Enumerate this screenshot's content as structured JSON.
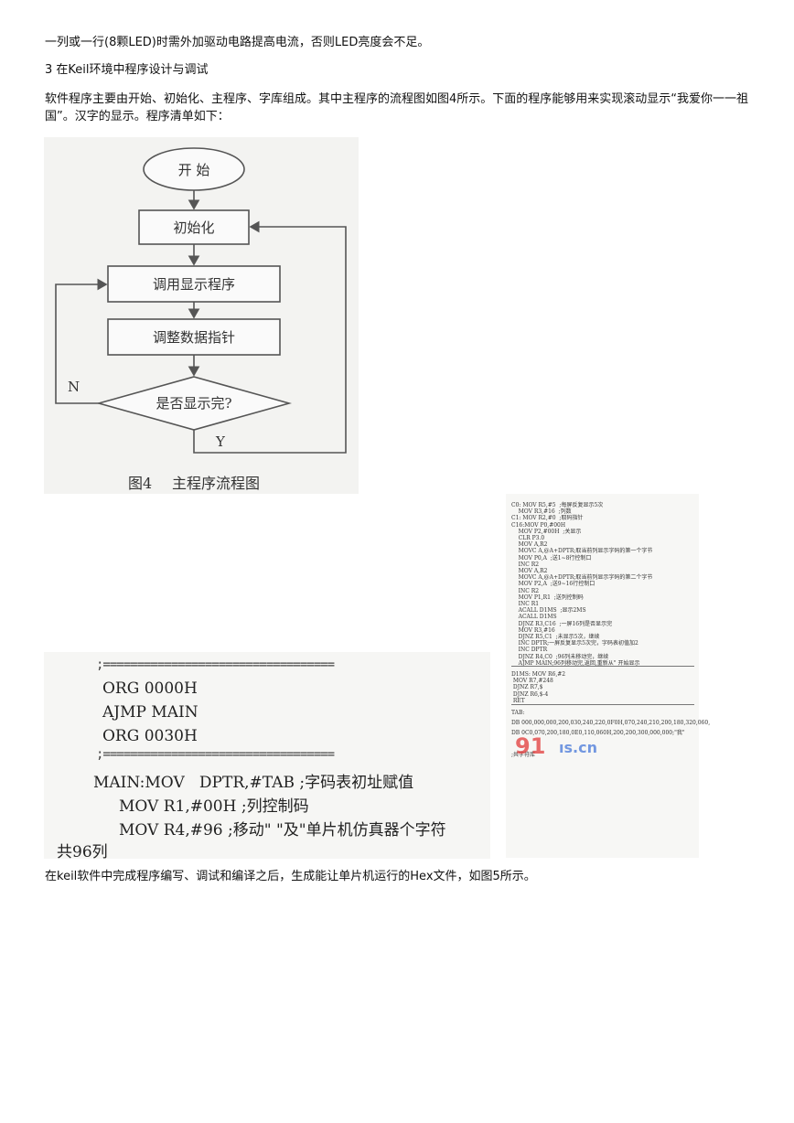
{
  "paragraphs": {
    "p1": "一列或一行(8颗LED)时需外加驱动电路提高电流，否则LED亮度会不足。",
    "p2": "3 在Keil环境中程序设计与调试",
    "p3": "软件程序主要由开始、初始化、主程序、字库组成。其中主程序的流程图如图4所示。下面的程序能够用来实现滚动显示“我爱你一一祖国”。汉字的显示。程序清单如下：",
    "p4": "在keil软件中完成程序编写、调试和编译之后，生成能让单片机运行的Hex文件，如图5所示。"
  },
  "flowchart": {
    "start": "开 始",
    "init": "初始化",
    "call_display": "调用显示程序",
    "adjust_pointer": "调整数据指针",
    "decision": "是否显示完?",
    "no_label": "N",
    "yes_label": "Y",
    "caption_num": "图4",
    "caption_text": "主程序流程图"
  },
  "code_large": {
    "sep": ";==================================",
    "lines": [
      "ORG 0000H",
      "AJMP MAIN",
      "ORG 0030H"
    ],
    "main_line": "MAIN:MOV   DPTR,#TAB ;字码表初址赋值",
    "mov_r1": "MOV R1,#00H ;列控制码",
    "mov_r4": "MOV R4,#96 ;移动\" \"及\"单片机仿真器个字符",
    "tail": "共96列"
  },
  "code_small": {
    "lines": [
      "C0: MOV R5,#5  ;每屏反复显示5次",
      "    MOV R3,#16  ;列数",
      "C1: MOV R2,#0  ;取码指针",
      "C16:MOV P0,#00H",
      "    MOV P2,#00H  ;关显示",
      "    CLR P3.0",
      "    MOV A,R2",
      "    MOVC A,@A+DPTR;取当前列显示字码的第一个字节",
      "    MOV P0,A  ;送1~8行控制口",
      "    INC R2",
      "    MOV A,R2",
      "    MOVC A,@A+DPTR;取当前列显示字码的第二个字节",
      "    MOV P2,A  ;送9~16行控制口",
      "    INC R2",
      "    MOV P1,R1  ;送列控制码",
      "    INC R1",
      "    ACALL D1MS  ;显示2MS",
      "    ACALL D1MS",
      "    DJNZ R3,C16  ;一屏16列是否显示完",
      "    MOV R3,#16",
      "    DJNZ R5,C1  ;未显示5次，继续",
      "    INC DPTR;一屏反复显示5次完，字码表初值加2",
      "    INC DPTR",
      "    DJNZ R4,C0  ;96列未移动完，继续",
      "    AJMP MAIN;96列移动完,返回,重新从\" 开始显示"
    ],
    "delay_lines": [
      "D1MS: MOV R6,#2",
      " MOV R7,#248",
      " DJNZ R7,$",
      " DJNZ R6,$-4",
      " RET"
    ],
    "tab_lines": [
      "TAB:",
      "DB 000,000,000,200,030,240,220,0F0H,070,240,210,200,180,320,060,",
      "DB 0C0,070,200,180,0E0,110,060H,200,200,300,000,000;\"我\""
    ],
    "tail": ";共字符库"
  },
  "colors": {
    "text": "#111111",
    "line": "#555555",
    "watermark_red": "#e23a3a",
    "watermark_blue": "#3a6fd8"
  }
}
